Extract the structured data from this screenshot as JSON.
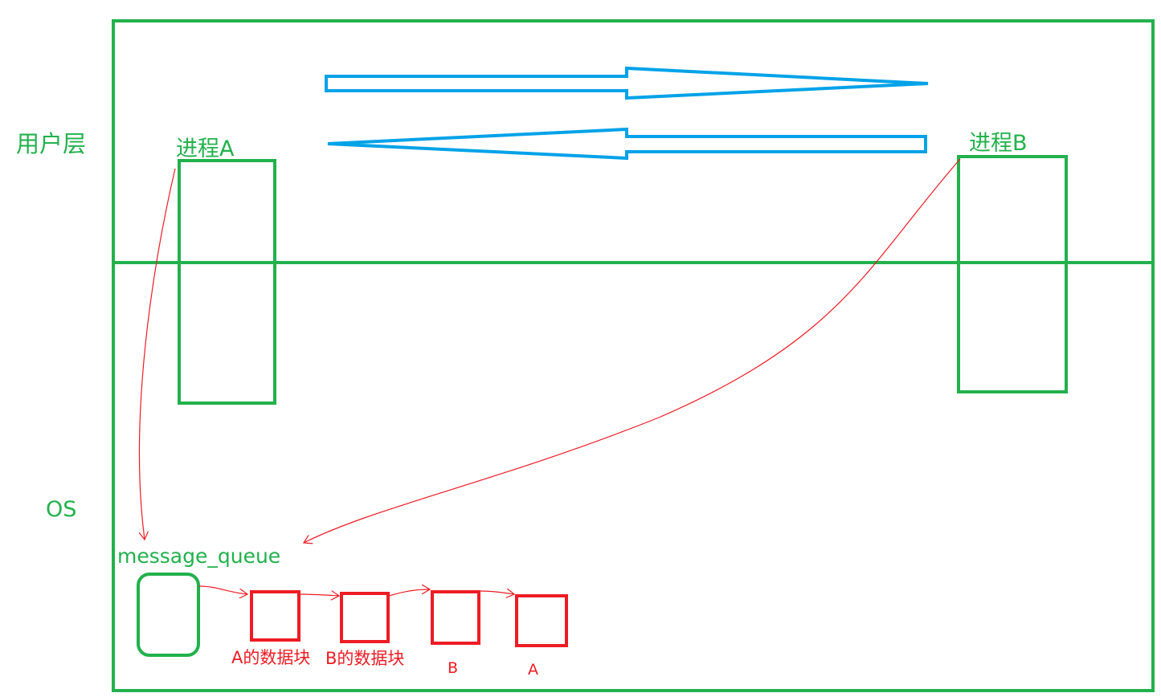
{
  "colors": {
    "green": "#22b14c",
    "red": "#ed1c24",
    "blue": "#00a2e8",
    "background": "#ffffff"
  },
  "layers": {
    "user": "用户层",
    "os": "OS"
  },
  "processes": {
    "a": "进程A",
    "b": "进程B"
  },
  "queue": {
    "label": "message_queue",
    "blocks": [
      {
        "label": "A的数据块"
      },
      {
        "label": "B的数据块"
      },
      {
        "label": "B"
      },
      {
        "label": "A"
      }
    ]
  }
}
